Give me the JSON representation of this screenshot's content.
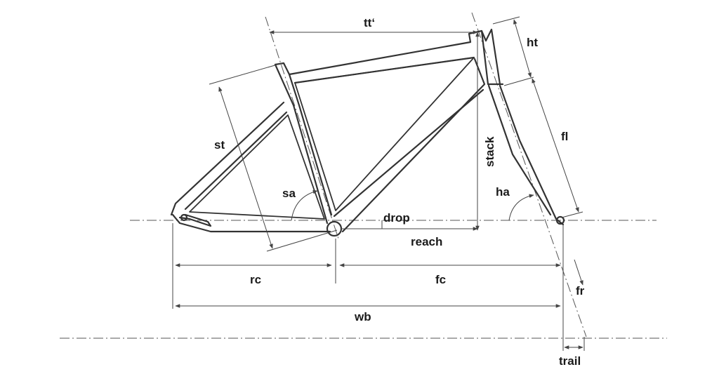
{
  "colors": {
    "line": "#333333",
    "label": "#1a1a1a",
    "background": "#ffffff"
  },
  "labels": {
    "tt": "tt‘",
    "ht": "ht",
    "st": "st",
    "fl": "fl",
    "stack": "stack",
    "sa": "sa",
    "ha": "ha",
    "drop": "drop",
    "reach": "reach",
    "rc": "rc",
    "fc": "fc",
    "fr": "fr",
    "wb": "wb",
    "trail": "trail"
  }
}
